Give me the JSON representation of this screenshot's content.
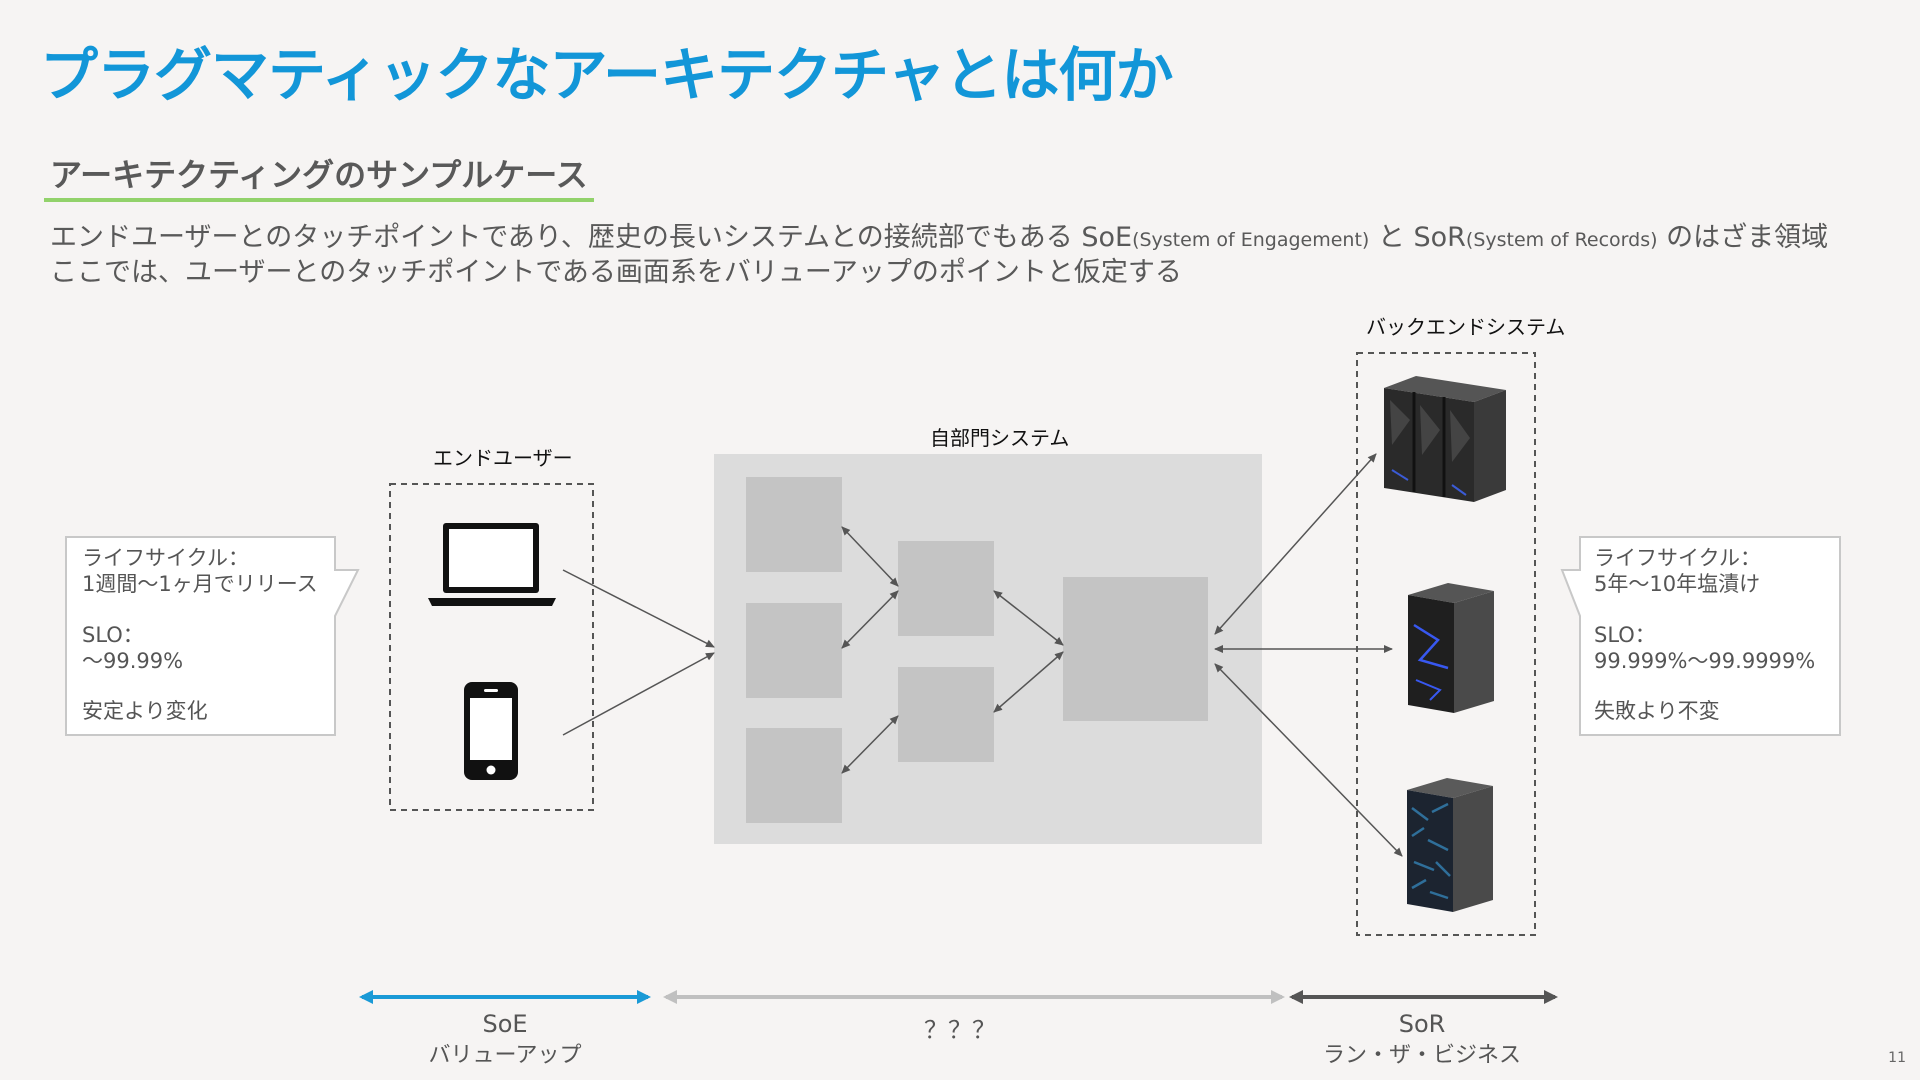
{
  "slide": {
    "title": "プラグマティックなアーキテクチャとは何か",
    "subtitle": "アーキテクティングのサンプルケース",
    "description": {
      "line1_main": "エンドユーザーとのタッチポイントであり、歴史の長いシステムとの接続部でもある SoE",
      "line1_note1": "(System of Engagement)",
      "line1_mid": " と SoR",
      "line1_note2": "(System of Records)",
      "line1_end": " のはざま領域",
      "line2": "ここでは、ユーザーとのタッチポイントである画面系をバリューアップのポイントと仮定する"
    },
    "page_number": "11"
  },
  "diagram": {
    "end_user": {
      "label": "エンドユーザー",
      "devices": [
        "laptop-icon",
        "smartphone-icon"
      ]
    },
    "department": {
      "label": "自部門システム"
    },
    "backend": {
      "label": "バックエンドシステム",
      "servers": [
        "server-rack-icon",
        "server-blue-icon",
        "server-pattern-icon"
      ]
    }
  },
  "callouts": {
    "left": {
      "lifecycle_label": "ライフサイクル：",
      "lifecycle_value": "1週間～1ヶ月でリリース",
      "slo_label": "SLO：",
      "slo_value": "～99.99%",
      "motto": "安定より変化"
    },
    "right": {
      "lifecycle_label": "ライフサイクル：",
      "lifecycle_value": "5年～10年塩漬け",
      "slo_label": "SLO：",
      "slo_value": "99.999%～99.9999%",
      "motto": "失敗より不変"
    }
  },
  "bottom_ranges": {
    "soe": {
      "title": "SoE",
      "subtitle": "バリューアップ",
      "color": "#1a9ad6"
    },
    "middle": {
      "title": "？？？",
      "color": "#c0c0c0"
    },
    "sor": {
      "title": "SoR",
      "subtitle": "ラン・ザ・ビジネス",
      "color": "#555555"
    }
  }
}
